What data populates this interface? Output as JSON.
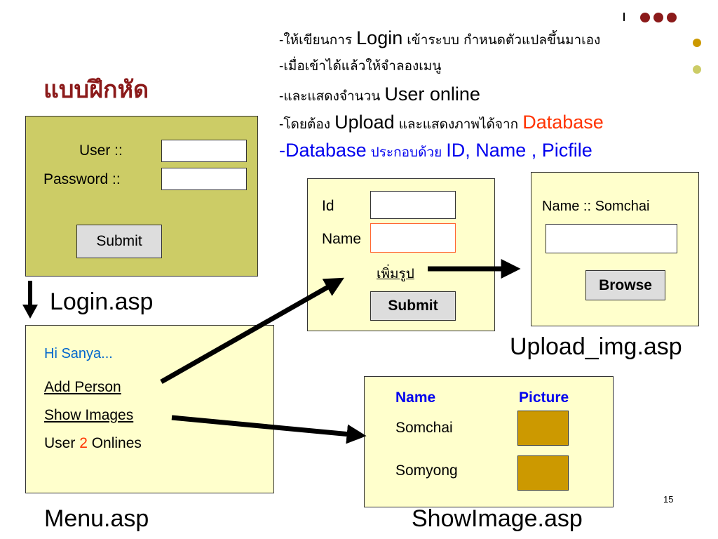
{
  "slide": {
    "title": "แบบฝึกหัด",
    "page_number": "15",
    "bullets": [
      {
        "dash": "-",
        "t1": "ให้เขียนการ ",
        "e1": "Login",
        "t2": " เข้าระบบ กำหนดตัวแปลขึ้นมาเอง"
      },
      {
        "dash": "-",
        "t1": "เมื่อเข้าได้แล้วให้จำลองเมนู"
      },
      {
        "dash": "-",
        "t1": "และแสดงจำนวน ",
        "e1": "User online"
      },
      {
        "dash": "-",
        "t1": "โดยต้อง ",
        "e1": "Upload",
        "t2": " และแสดงภาพได้จาก ",
        "e2": "Database"
      },
      {
        "dash": "-",
        "e1": "Database",
        "t1": " ประกอบด้วย ",
        "e2": "ID, Name , Picfile"
      }
    ],
    "colors": {
      "title": "#8b1a1a",
      "accent_red": "#ff3300",
      "accent_blue": "#0000ee",
      "login_bg": "#cccc66",
      "panel_bg": "#ffffcc",
      "picture_fill": "#cc9900"
    }
  },
  "login": {
    "user_label": "User  ::",
    "password_label": "Password ::",
    "user_value": "",
    "password_value": "",
    "submit_label": "Submit",
    "caption": "Login.asp"
  },
  "menu": {
    "greeting": "Hi Sanya...",
    "add_person": "Add Person",
    "show_images": "Show Images",
    "online_prefix": "User ",
    "online_count": "2",
    "online_suffix": " Onlines",
    "caption": "Menu.asp"
  },
  "add_form": {
    "id_label": "Id",
    "name_label": "Name",
    "id_value": "",
    "name_value": "",
    "add_picture_link": "เพิ่มรูป",
    "submit_label": "Submit"
  },
  "upload": {
    "name_text": "Name :: Somchai",
    "file_value": "",
    "browse_label": "Browse",
    "caption": "Upload_img.asp"
  },
  "show_images": {
    "headers": [
      "Name",
      "Picture"
    ],
    "rows": [
      {
        "name": "Somchai"
      },
      {
        "name": "Somyong"
      }
    ],
    "caption": "ShowImage.asp"
  }
}
